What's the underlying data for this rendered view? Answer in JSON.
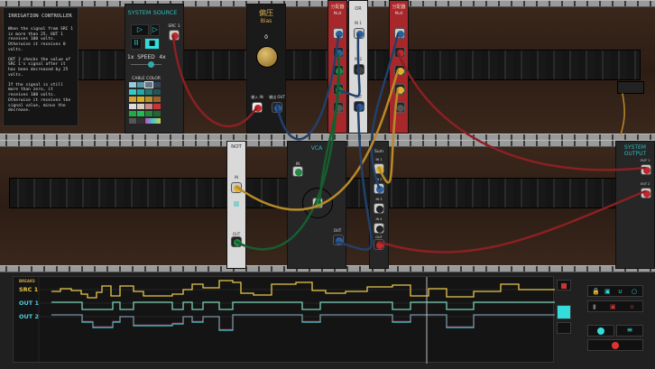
{
  "description": {
    "title": "IRRIGATION CONTROLLER",
    "paragraphs": [
      "When the signal from SRC 1 is more than 25, OUT 1 receives 100 volts. Otherwise it receives 0 volts.",
      "OUT 2 checks the value of SRC 1's signal after it has been decreased by 25 volts.",
      "If the signal is still more than zero, it receives 100 volts. Otherwise it receives the signal value, minus the decrease."
    ]
  },
  "source": {
    "title": "SYSTEM SOURCE",
    "src_label": "SRC 1",
    "speed_label": "SPEED",
    "speed_min": "1x",
    "speed_max": "4x",
    "color_label": "CABLE COLOR",
    "speed_level": 0.5
  },
  "bias": {
    "title_cn": "偏压",
    "title": "Bias",
    "value": "0",
    "in_label": "输入 IN",
    "out_label": "输出 OUT"
  },
  "mult1": {
    "title_cn": "分配器",
    "title": "Mult"
  },
  "or": {
    "title": "OR",
    "in1": "IN 1",
    "in2": "IN 2",
    "out": "OUT"
  },
  "mult2": {
    "title_cn": "分配器",
    "title": "Mult"
  },
  "not": {
    "title": "NOT",
    "in": "IN",
    "out": "OUT"
  },
  "vca": {
    "title": "VCA",
    "in": "IN",
    "out": "OUT"
  },
  "sum": {
    "title": "Sum",
    "in1": "IN 1",
    "in2": "IN 2",
    "in3": "IN 3",
    "in4": "IN 4",
    "out": "OUT"
  },
  "output": {
    "title": "SYSTEM OUTPUT",
    "out1": "OUT 1",
    "out2": "OUT 2"
  },
  "scope": {
    "header": "BREAKS",
    "tracks": [
      {
        "label": "SRC 1",
        "color": "#e8c64a"
      },
      {
        "label": "OUT 1",
        "color": "#4ad0e0"
      },
      {
        "label": "OUT 2",
        "color": "#4ad0e0"
      }
    ]
  },
  "colors": {
    "red": "#c0282c",
    "yellow": "#e0b030",
    "blue": "#2c5f9a",
    "green": "#1f8a44",
    "teal": "#3dd8d8"
  }
}
